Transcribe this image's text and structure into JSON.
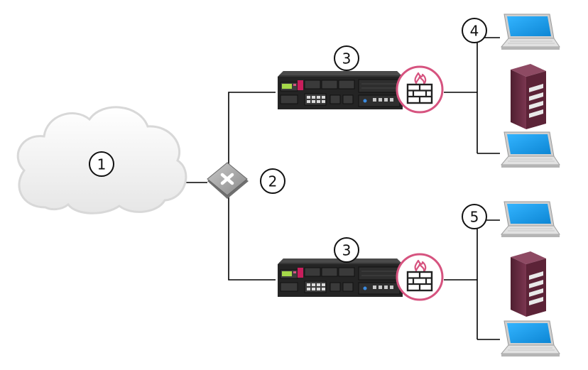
{
  "diagram": {
    "nodes": [
      {
        "id": "internet-cloud",
        "kind": "cloud",
        "label": "1"
      },
      {
        "id": "network-switch",
        "kind": "switch",
        "label": "2"
      },
      {
        "id": "gateway-top",
        "kind": "security-appliance",
        "label": "3",
        "badge_icon": "firewall-icon"
      },
      {
        "id": "gateway-bottom",
        "kind": "security-appliance",
        "label": "3",
        "badge_icon": "firewall-icon"
      },
      {
        "id": "lan-top",
        "kind": "network-segment",
        "label": "4",
        "members": [
          "laptop-icon",
          "server-icon",
          "laptop-icon"
        ]
      },
      {
        "id": "lan-bottom",
        "kind": "network-segment",
        "label": "5",
        "members": [
          "laptop-icon",
          "server-icon",
          "laptop-icon"
        ]
      }
    ],
    "edges": [
      [
        "internet-cloud",
        "network-switch"
      ],
      [
        "network-switch",
        "gateway-top"
      ],
      [
        "network-switch",
        "gateway-bottom"
      ],
      [
        "gateway-top",
        "lan-top"
      ],
      [
        "gateway-bottom",
        "lan-bottom"
      ]
    ],
    "colors": {
      "cloud_fill": "#f2f2f2",
      "firewall_accent": "#d6537f",
      "appliance_body": "#2b2b2b",
      "screen_blue": "#1e9be9",
      "server_body": "#6e2d43",
      "line": "#000000"
    }
  }
}
